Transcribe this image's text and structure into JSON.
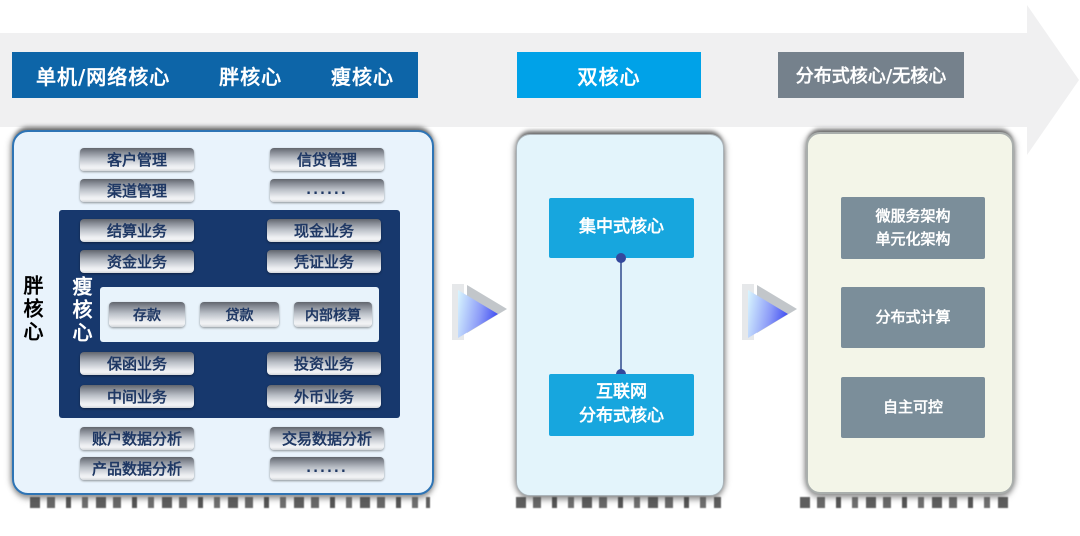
{
  "timeline": {
    "stage1": {
      "part1": "单机/网络核心",
      "part2": "胖核心",
      "part3": "瘦核心"
    },
    "stage2": {
      "label": "双核心"
    },
    "stage3": {
      "label": "分布式核心/无核心"
    }
  },
  "left_panel": {
    "top_rows": [
      [
        "客户管理",
        "信贷管理"
      ],
      [
        "渠道管理",
        "......"
      ]
    ],
    "fat_core_label": "胖核心",
    "thin_core_label": "瘦核心",
    "navy_rows_top": [
      [
        "结算业务",
        "现金业务"
      ],
      [
        "资金业务",
        "凭证业务"
      ]
    ],
    "inner_core_items": [
      "存款",
      "贷款",
      "内部核算"
    ],
    "navy_rows_bottom": [
      [
        "保函业务",
        "投资业务"
      ],
      [
        "中间业务",
        "外币业务"
      ]
    ],
    "bottom_rows": [
      [
        "账户数据分析",
        "交易数据分析"
      ],
      [
        "产品数据分析",
        "......"
      ]
    ]
  },
  "middle_panel": {
    "top_box": "集中式核心",
    "bottom_box_line1": "互联网",
    "bottom_box_line2": "分布式核心"
  },
  "right_panel": {
    "box1_line1": "微服务架构",
    "box1_line2": "单元化架构",
    "box2": "分布式计算",
    "box3": "自主可控"
  },
  "colors": {
    "stage1_banner": "#0d65a8",
    "stage2_banner": "#00a2e8",
    "stage3_banner": "#75818c",
    "timeline_arrow": "#f0f0f1",
    "left_panel_bg": "#e9f3fc",
    "left_panel_border": "#2e74b5",
    "navy_box": "#17386d",
    "pill_text": "#1f3864",
    "middle_panel_bg": "#e3f4fb",
    "blue_box": "#17a6de",
    "connector_dot": "#34489c",
    "right_panel_bg": "#f3f5e8",
    "slate_box": "#7b8e9a",
    "flow_arrow_gradient_start": "#d9f6fe",
    "flow_arrow_gradient_end": "#2f3cf0"
  }
}
